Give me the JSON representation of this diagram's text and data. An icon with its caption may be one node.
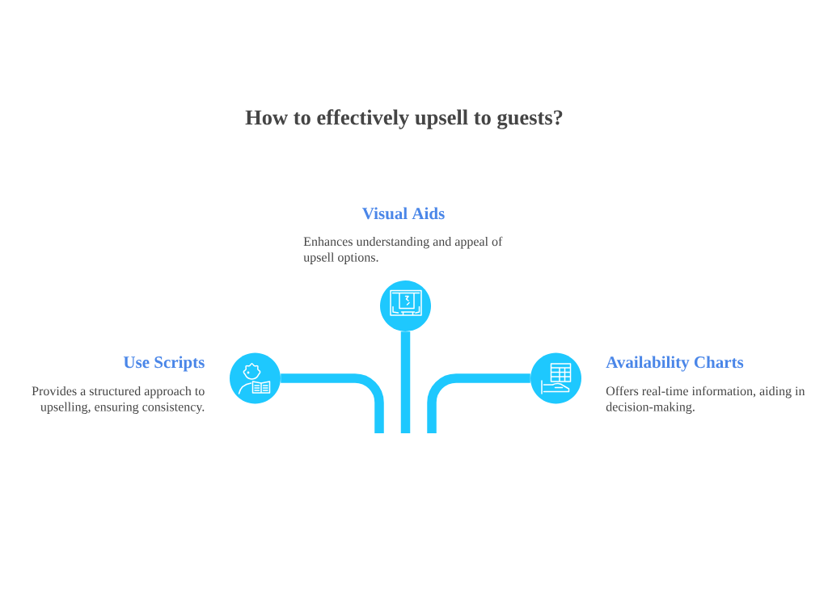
{
  "diagram": {
    "title": "How to effectively upsell to guests?",
    "nodes": [
      {
        "text": [],
        "shape": "circle",
        "beside": [
          "Visual Aids",
          "Enhances understanding and appeal of upsell options."
        ]
      },
      {
        "text": [],
        "shape": "circle",
        "beside": [
          "Use Scripts",
          "Provides a structured approach to upselling, ensuring consistency."
        ]
      },
      {
        "text": [],
        "shape": "circle",
        "beside": [
          "Availability Charts",
          "Offers real-time information, aiding in decision-making."
        ]
      }
    ],
    "edges": [
      {
        "from": 0,
        "to": null,
        "arrow": "none"
      },
      {
        "from": 1,
        "to": null,
        "arrow": "none"
      },
      {
        "from": 2,
        "to": null,
        "arrow": "none"
      }
    ]
  }
}
